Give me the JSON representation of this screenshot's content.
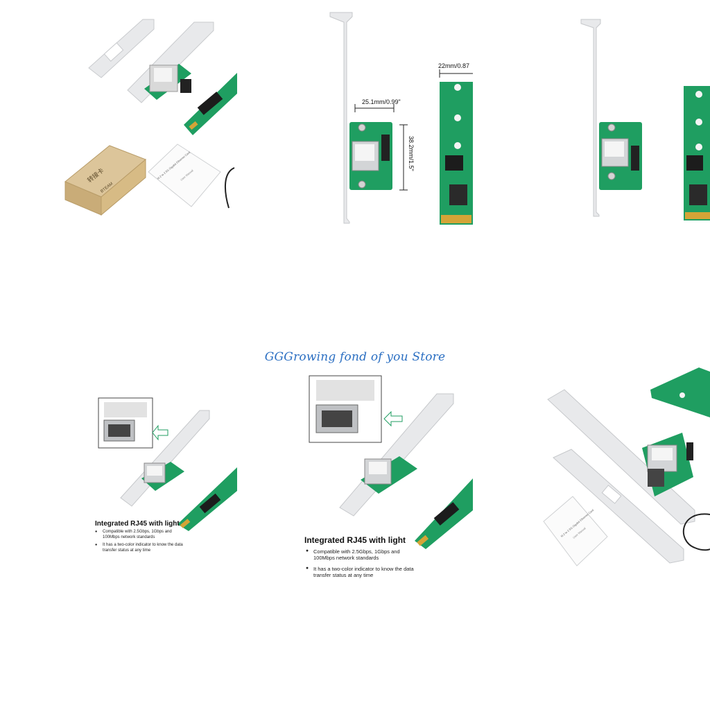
{
  "store": {
    "name": "GGGrowing fond of you Store"
  },
  "tiles": {
    "package_contents": {
      "box_label": "转接卡",
      "box_brand": "BTEAM",
      "manual_title": "M.2 to 2.5G Gigabit Ethernet Card",
      "manual_subtitle": "User Manual"
    },
    "dimensions": {
      "width_label": "25.1mm/0.99\"",
      "height_label": "38.2mm/1.5\"",
      "card_width_label": "22mm/0.87"
    },
    "feature_small": {
      "title": "Integrated RJ45 with light",
      "bullets": [
        "Compatible with 2.5Gbps, 1Gbps and 100Mbps network standards",
        "It has a two-color indicator to know the data transfer status at any time"
      ]
    },
    "feature_large": {
      "title": "Integrated RJ45 with light",
      "bullets": [
        "Compatible with 2.5Gbps, 1Gbps and 100Mbps network standards",
        "It has a two-color indicator to know the data transfer status at any time"
      ]
    },
    "accessories": {
      "manual_title": "M.2 to 2.5G Gigabit Ethernet Card",
      "manual_subtitle": "User Manual"
    }
  },
  "colors": {
    "pcb_green": "#1f9e61",
    "bracket_silver": "#e4e6e8",
    "store_blue": "#2b6fc2"
  }
}
